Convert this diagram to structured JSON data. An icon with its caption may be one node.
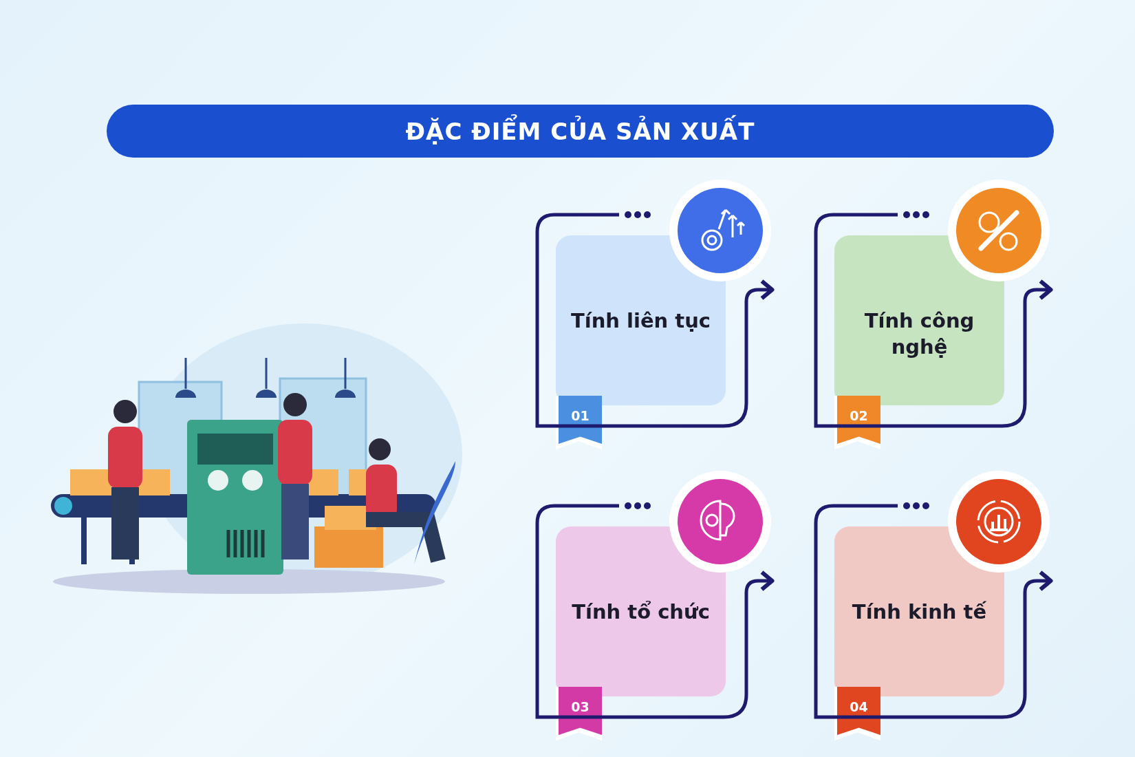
{
  "diagram": {
    "title": "ĐẶC ĐIỂM CỦA SẢN XUẤT",
    "nodes": [
      {
        "text": [
          "Tính liên tục"
        ],
        "beside": [
          "01"
        ]
      },
      {
        "text": [
          "Tính công nghệ"
        ],
        "beside": [
          "02"
        ]
      },
      {
        "text": [
          "Tính tổ chức"
        ],
        "beside": [
          "03"
        ]
      },
      {
        "text": [
          "Tính kinh tế"
        ],
        "beside": [
          "04"
        ]
      }
    ]
  }
}
